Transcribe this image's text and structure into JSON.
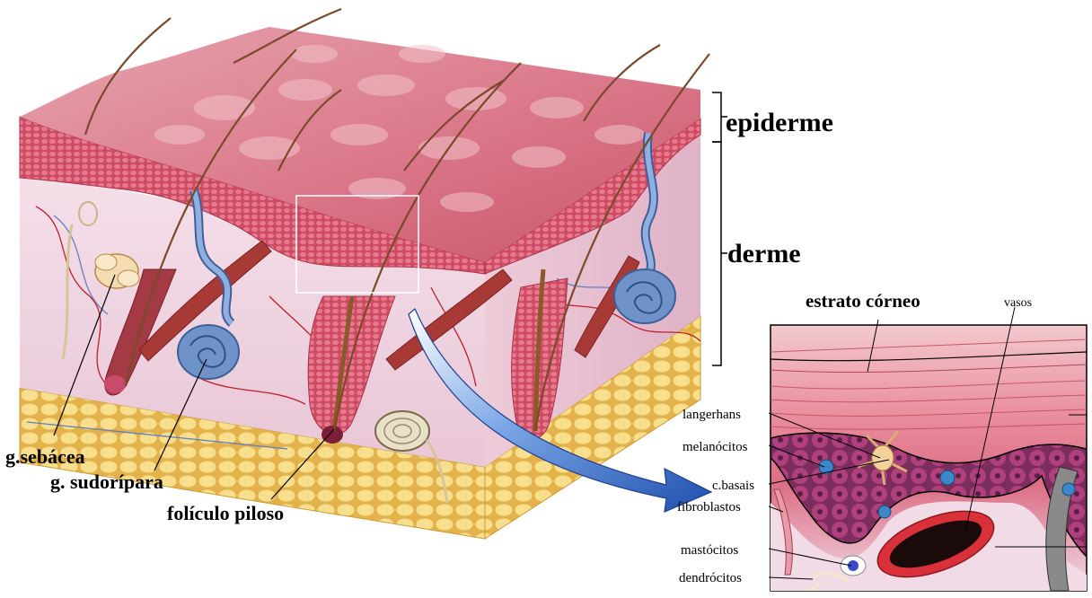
{
  "labels": {
    "layers": {
      "epiderme": "epiderme",
      "derme": "derme"
    },
    "structures": {
      "sebacea": "g.sebácea",
      "sudoripara": "g. sudorípara",
      "foliculo": "folículo piloso"
    },
    "inset": {
      "estrato": "estrato córneo",
      "vasos": "vasos",
      "langerhans": "langerhans",
      "melanocitos": "melanócitos",
      "cbasais": "c.basais",
      "fibroblastos": "fibroblastos",
      "mastocitos": "mastócitos",
      "dendrocitos": "dendrócitos"
    }
  },
  "colors": {
    "epidermis": "#d94f63",
    "dermis": "#f0d6e2",
    "fat": "#f3cf6a",
    "muscle": "#a83a35",
    "gland": "#6f93c8",
    "vessel": "#c0202b",
    "arrow": "#2f5fb5"
  }
}
